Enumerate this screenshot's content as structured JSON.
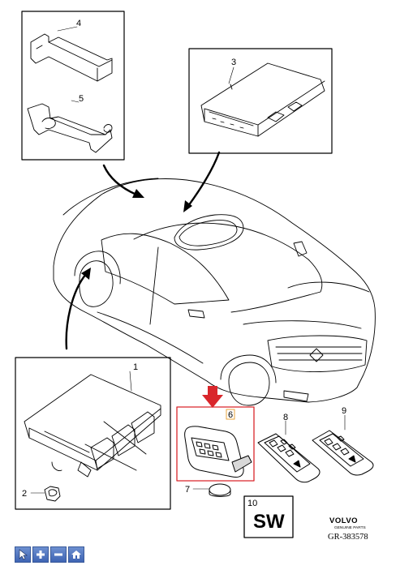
{
  "callouts": {
    "c1": "1",
    "c2": "2",
    "c3": "3",
    "c4": "4",
    "c5": "5",
    "c6": "6",
    "c7": "7",
    "c8": "8",
    "c9": "9",
    "c10": "10"
  },
  "sw_label": "SW",
  "brand": {
    "name": "VOLVO",
    "tagline": "GENUINE PARTS",
    "reference": "GR-383578"
  },
  "highlight_color": "#d9262b",
  "toolbar": [
    {
      "icon": "pointer-icon"
    },
    {
      "icon": "plus-icon"
    },
    {
      "icon": "minus-icon"
    },
    {
      "icon": "home-icon"
    }
  ]
}
